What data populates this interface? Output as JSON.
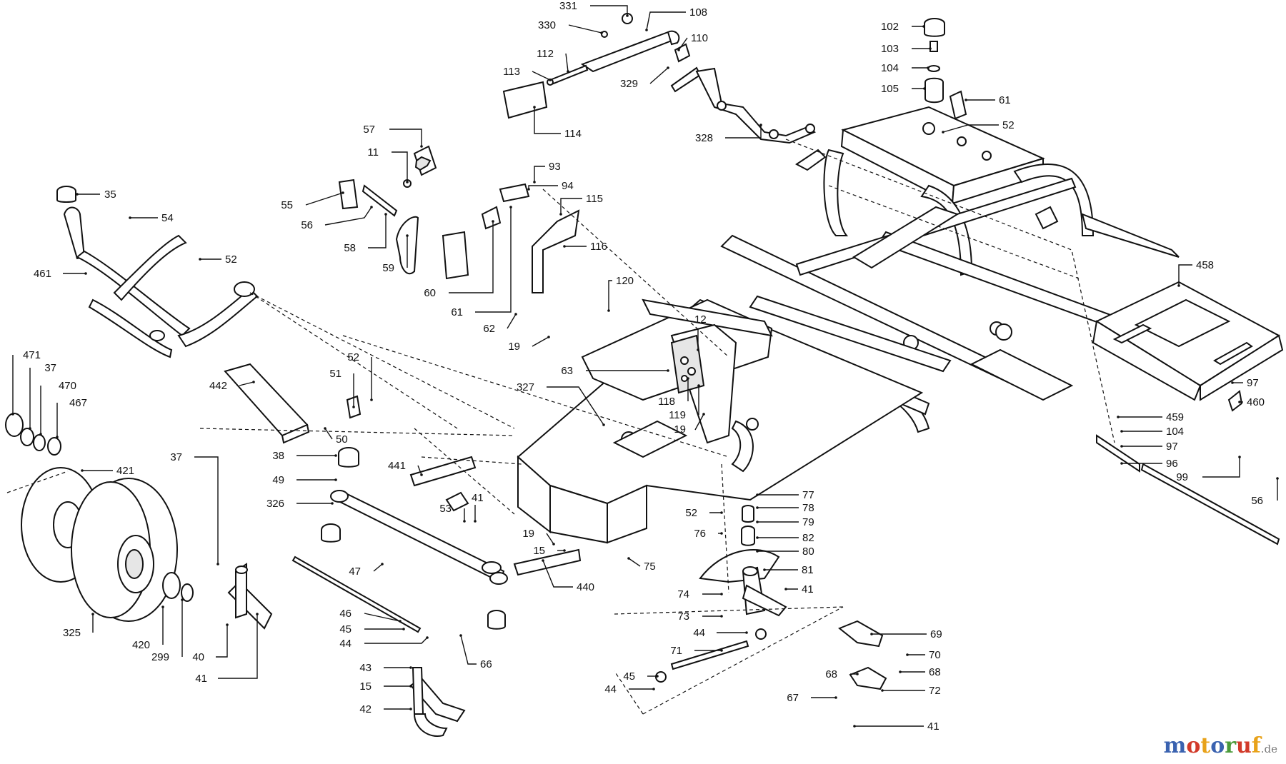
{
  "diagram": {
    "callouts": [
      {
        "id": "c331",
        "text": "331"
      },
      {
        "id": "c108",
        "text": "108"
      },
      {
        "id": "c330",
        "text": "330"
      },
      {
        "id": "c110",
        "text": "110"
      },
      {
        "id": "c112",
        "text": "112"
      },
      {
        "id": "c113",
        "text": "113"
      },
      {
        "id": "c329",
        "text": "329"
      },
      {
        "id": "c114",
        "text": "114"
      },
      {
        "id": "c328",
        "text": "328"
      },
      {
        "id": "c102",
        "text": "102"
      },
      {
        "id": "c103",
        "text": "103"
      },
      {
        "id": "c104a",
        "text": "104"
      },
      {
        "id": "c105",
        "text": "105"
      },
      {
        "id": "c61a",
        "text": "61"
      },
      {
        "id": "c52a",
        "text": "52"
      },
      {
        "id": "c57",
        "text": "57"
      },
      {
        "id": "c11",
        "text": "11"
      },
      {
        "id": "c93",
        "text": "93"
      },
      {
        "id": "c94",
        "text": "94"
      },
      {
        "id": "c115",
        "text": "115"
      },
      {
        "id": "c35",
        "text": "35"
      },
      {
        "id": "c54",
        "text": "54"
      },
      {
        "id": "c55",
        "text": "55"
      },
      {
        "id": "c56a",
        "text": "56"
      },
      {
        "id": "c58",
        "text": "58"
      },
      {
        "id": "c59",
        "text": "59"
      },
      {
        "id": "c60",
        "text": "60"
      },
      {
        "id": "c61b",
        "text": "61"
      },
      {
        "id": "c116",
        "text": "116"
      },
      {
        "id": "c62",
        "text": "62"
      },
      {
        "id": "c19a",
        "text": "19"
      },
      {
        "id": "c120",
        "text": "120"
      },
      {
        "id": "c52b",
        "text": "52"
      },
      {
        "id": "c461",
        "text": "461"
      },
      {
        "id": "c458",
        "text": "458"
      },
      {
        "id": "c12",
        "text": "12"
      },
      {
        "id": "c63",
        "text": "63"
      },
      {
        "id": "c327",
        "text": "327"
      },
      {
        "id": "c118",
        "text": "118"
      },
      {
        "id": "c119",
        "text": "119"
      },
      {
        "id": "c19b",
        "text": "19"
      },
      {
        "id": "c52c",
        "text": "52"
      },
      {
        "id": "c51",
        "text": "51"
      },
      {
        "id": "c442",
        "text": "442"
      },
      {
        "id": "c50",
        "text": "50"
      },
      {
        "id": "c471",
        "text": "471"
      },
      {
        "id": "c37a",
        "text": "37"
      },
      {
        "id": "c470",
        "text": "470"
      },
      {
        "id": "c467",
        "text": "467"
      },
      {
        "id": "c97a",
        "text": "97"
      },
      {
        "id": "c460",
        "text": "460"
      },
      {
        "id": "c459",
        "text": "459"
      },
      {
        "id": "c104b",
        "text": "104"
      },
      {
        "id": "c97b",
        "text": "97"
      },
      {
        "id": "c96",
        "text": "96"
      },
      {
        "id": "c99",
        "text": "99"
      },
      {
        "id": "c56b",
        "text": "56"
      },
      {
        "id": "c421",
        "text": "421"
      },
      {
        "id": "c37b",
        "text": "37"
      },
      {
        "id": "c38",
        "text": "38"
      },
      {
        "id": "c49",
        "text": "49"
      },
      {
        "id": "c441",
        "text": "441"
      },
      {
        "id": "c326",
        "text": "326"
      },
      {
        "id": "c41a",
        "text": "41"
      },
      {
        "id": "c53",
        "text": "53"
      },
      {
        "id": "c77",
        "text": "77"
      },
      {
        "id": "c78",
        "text": "78"
      },
      {
        "id": "c79",
        "text": "79"
      },
      {
        "id": "c52d",
        "text": "52"
      },
      {
        "id": "c76",
        "text": "76"
      },
      {
        "id": "c82",
        "text": "82"
      },
      {
        "id": "c80",
        "text": "80"
      },
      {
        "id": "c19c",
        "text": "19"
      },
      {
        "id": "c15a",
        "text": "15"
      },
      {
        "id": "c75",
        "text": "75"
      },
      {
        "id": "c81",
        "text": "81"
      },
      {
        "id": "c47",
        "text": "47"
      },
      {
        "id": "c440",
        "text": "440"
      },
      {
        "id": "c41b",
        "text": "41"
      },
      {
        "id": "c74",
        "text": "74"
      },
      {
        "id": "c73",
        "text": "73"
      },
      {
        "id": "c46",
        "text": "46"
      },
      {
        "id": "c45a",
        "text": "45"
      },
      {
        "id": "c44a",
        "text": "44"
      },
      {
        "id": "c66",
        "text": "66"
      },
      {
        "id": "c44b",
        "text": "44"
      },
      {
        "id": "c69",
        "text": "69"
      },
      {
        "id": "c325",
        "text": "325"
      },
      {
        "id": "c420",
        "text": "420"
      },
      {
        "id": "c299",
        "text": "299"
      },
      {
        "id": "c40",
        "text": "40"
      },
      {
        "id": "c41c",
        "text": "41"
      },
      {
        "id": "c43",
        "text": "43"
      },
      {
        "id": "c15b",
        "text": "15"
      },
      {
        "id": "c71",
        "text": "71"
      },
      {
        "id": "c70",
        "text": "70"
      },
      {
        "id": "c68a",
        "text": "68"
      },
      {
        "id": "c68b",
        "text": "68"
      },
      {
        "id": "c45b",
        "text": "45"
      },
      {
        "id": "c44c",
        "text": "44"
      },
      {
        "id": "c72",
        "text": "72"
      },
      {
        "id": "c67",
        "text": "67"
      },
      {
        "id": "c42",
        "text": "42"
      },
      {
        "id": "c41d",
        "text": "41"
      }
    ]
  },
  "watermark": {
    "letters": [
      "m",
      "o",
      "t",
      "o",
      "r",
      "u",
      "f"
    ],
    "colors": [
      "#3a62b0",
      "#d23a2a",
      "#e8a21a",
      "#3a62b0",
      "#4a9a3a",
      "#d23a2a",
      "#e8a21a"
    ],
    "suffix": ".de"
  }
}
